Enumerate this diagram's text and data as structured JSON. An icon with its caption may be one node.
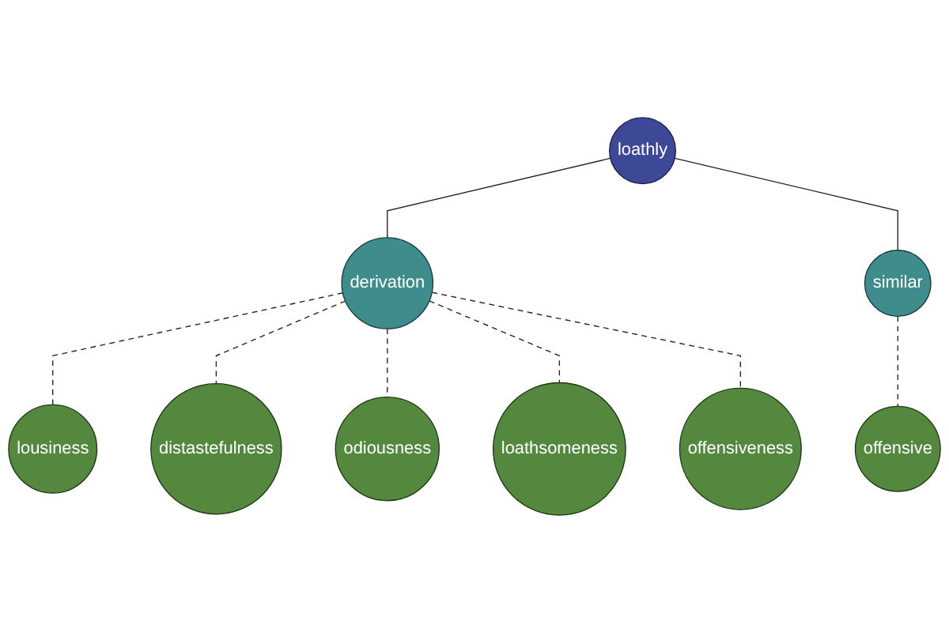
{
  "diagram": {
    "nodes": [
      {
        "text": [
          "lousiness"
        ]
      },
      {
        "text": [
          "distastefulness"
        ]
      },
      {
        "text": [
          "odiousness"
        ]
      },
      {
        "text": [
          "derivation"
        ]
      },
      {
        "text": [
          "loathsomeness"
        ]
      },
      {
        "text": [
          "offensiveness"
        ]
      },
      {
        "text": [
          "loathly"
        ]
      },
      {
        "text": [
          "similar"
        ]
      },
      {
        "text": [
          "offensive"
        ]
      }
    ],
    "edges": [
      {
        "from": 6,
        "to": 3,
        "arrow": "none"
      },
      {
        "from": 6,
        "to": 7,
        "arrow": "none"
      },
      {
        "from": 3,
        "to": 0,
        "arrow": "none",
        "style": "dashed"
      },
      {
        "from": 3,
        "to": 1,
        "arrow": "none",
        "style": "dashed"
      },
      {
        "from": 3,
        "to": 2,
        "arrow": "none",
        "style": "dashed"
      },
      {
        "from": 3,
        "to": 4,
        "arrow": "none",
        "style": "dashed"
      },
      {
        "from": 3,
        "to": 5,
        "arrow": "none",
        "style": "dashed"
      },
      {
        "from": 7,
        "to": 8,
        "arrow": "none",
        "style": "dashed"
      }
    ]
  }
}
